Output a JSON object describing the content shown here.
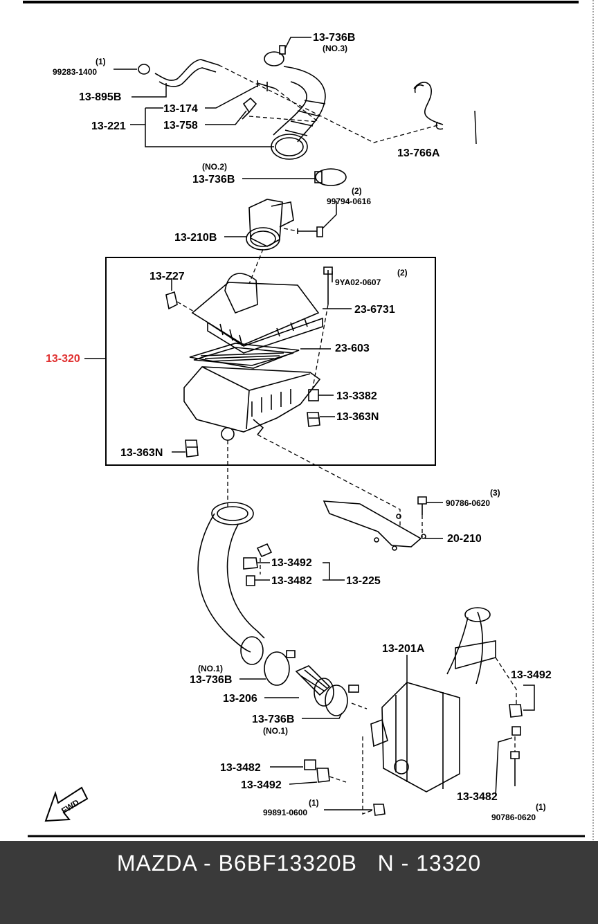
{
  "labels": {
    "l_13_736B_top": "13-736B",
    "l_no3": "(NO.3)",
    "l_q1_a": "(1)",
    "l_99283": "99283-1400",
    "l_13_895B": "13-895B",
    "l_13_174": "13-174",
    "l_13_221": "13-221",
    "l_13_758": "13-758",
    "l_13_766A": "13-766A",
    "l_no2": "(NO.2)",
    "l_13_736B_no2": "13-736B",
    "l_q2_a": "(2)",
    "l_99794": "99794-0616",
    "l_13_210B": "13-210B",
    "l_13_Z27": "13-Z27",
    "l_q2_b": "(2)",
    "l_9YA02": "9YA02-0607",
    "l_23_6731": "23-6731",
    "l_13_320": "13-320",
    "l_23_603": "23-603",
    "l_13_3382": "13-3382",
    "l_13_363N_r": "13-363N",
    "l_13_363N_l": "13-363N",
    "l_q3": "(3)",
    "l_90786_a": "90786-0620",
    "l_20_210": "20-210",
    "l_13_3492_a": "13-3492",
    "l_13_3482_a": "13-3482",
    "l_13_225": "13-225",
    "l_13_201A": "13-201A",
    "l_no1_a": "(NO.1)",
    "l_13_736B_no1a": "13-736B",
    "l_13_3492_b": "13-3492",
    "l_13_206": "13-206",
    "l_13_736B_no1b": "13-736B",
    "l_no1_b": "(NO.1)",
    "l_13_3482_b": "13-3482",
    "l_13_3492_c": "13-3492",
    "l_13_3482_c": "13-3482",
    "l_q1_b": "(1)",
    "l_99891": "99891-0600",
    "l_q1_c": "(1)",
    "l_90786_b": "90786-0620",
    "fwd": "FWD"
  },
  "footer": {
    "text": "MAZDA - B6BF13320B   N - 13320"
  },
  "colors": {
    "highlight": "#e03030",
    "footer_bg": "#3a3a3a"
  }
}
